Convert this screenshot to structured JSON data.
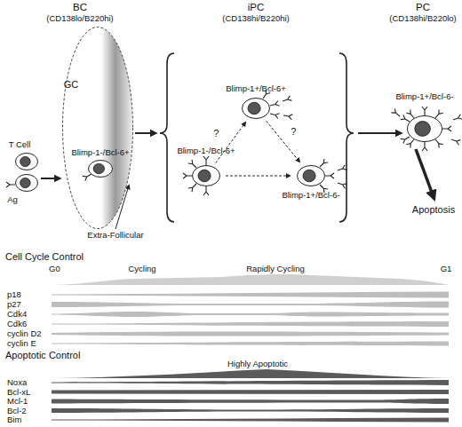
{
  "diagram": {
    "nodes": [
      {
        "text": [
          "T Cell"
        ]
      },
      {
        "text": [
          "Ag"
        ]
      },
      {
        "text": [
          "BC",
          "(CD138lo/B220hi)",
          "GC"
        ]
      },
      {
        "text": [
          "Blimp-1-/Bcl-6+"
        ],
        "in": 2
      },
      {
        "text": [
          "iPC",
          "(CD138hi/B220hi)"
        ]
      },
      {
        "text": [
          "Blimp-1+/Bcl-6+"
        ],
        "in": 4
      },
      {
        "text": [
          "Blimp-1-/Bcl-6+"
        ],
        "in": 4
      },
      {
        "text": [
          "Blimp-1+/Bcl-6-"
        ],
        "in": 4
      },
      {
        "text": [
          "PC",
          "(CD138hi/B220lo)",
          "Blimp-1+/Bcl-6-"
        ]
      }
    ],
    "edges": [
      {
        "from": 1,
        "to": 2,
        "arrow": "to"
      },
      {
        "from": 2,
        "to": 4,
        "arrow": "to"
      },
      {
        "from": 6,
        "to": 5,
        "label": "?",
        "arrow": "to"
      },
      {
        "from": 5,
        "to": 7,
        "label": "?",
        "arrow": "to"
      },
      {
        "from": 6,
        "to": 7,
        "arrow": "to"
      },
      {
        "from": 4,
        "to": 8,
        "arrow": "to"
      }
    ],
    "labels": [
      "Apoptosis",
      "Extra-Follicular",
      "Cell Cycle Control",
      "G0",
      "Cycling",
      "Rapidly Cycling",
      "G1",
      "p18",
      "p27",
      "Cdk4",
      "Cdk6",
      "cyclin D2",
      "cyclin E",
      "Apoptotic Control",
      "Highly Apoptotic",
      "Noxa",
      "Bcl-xL",
      "Mcl-1",
      "Bcl-2",
      "Bim"
    ]
  }
}
